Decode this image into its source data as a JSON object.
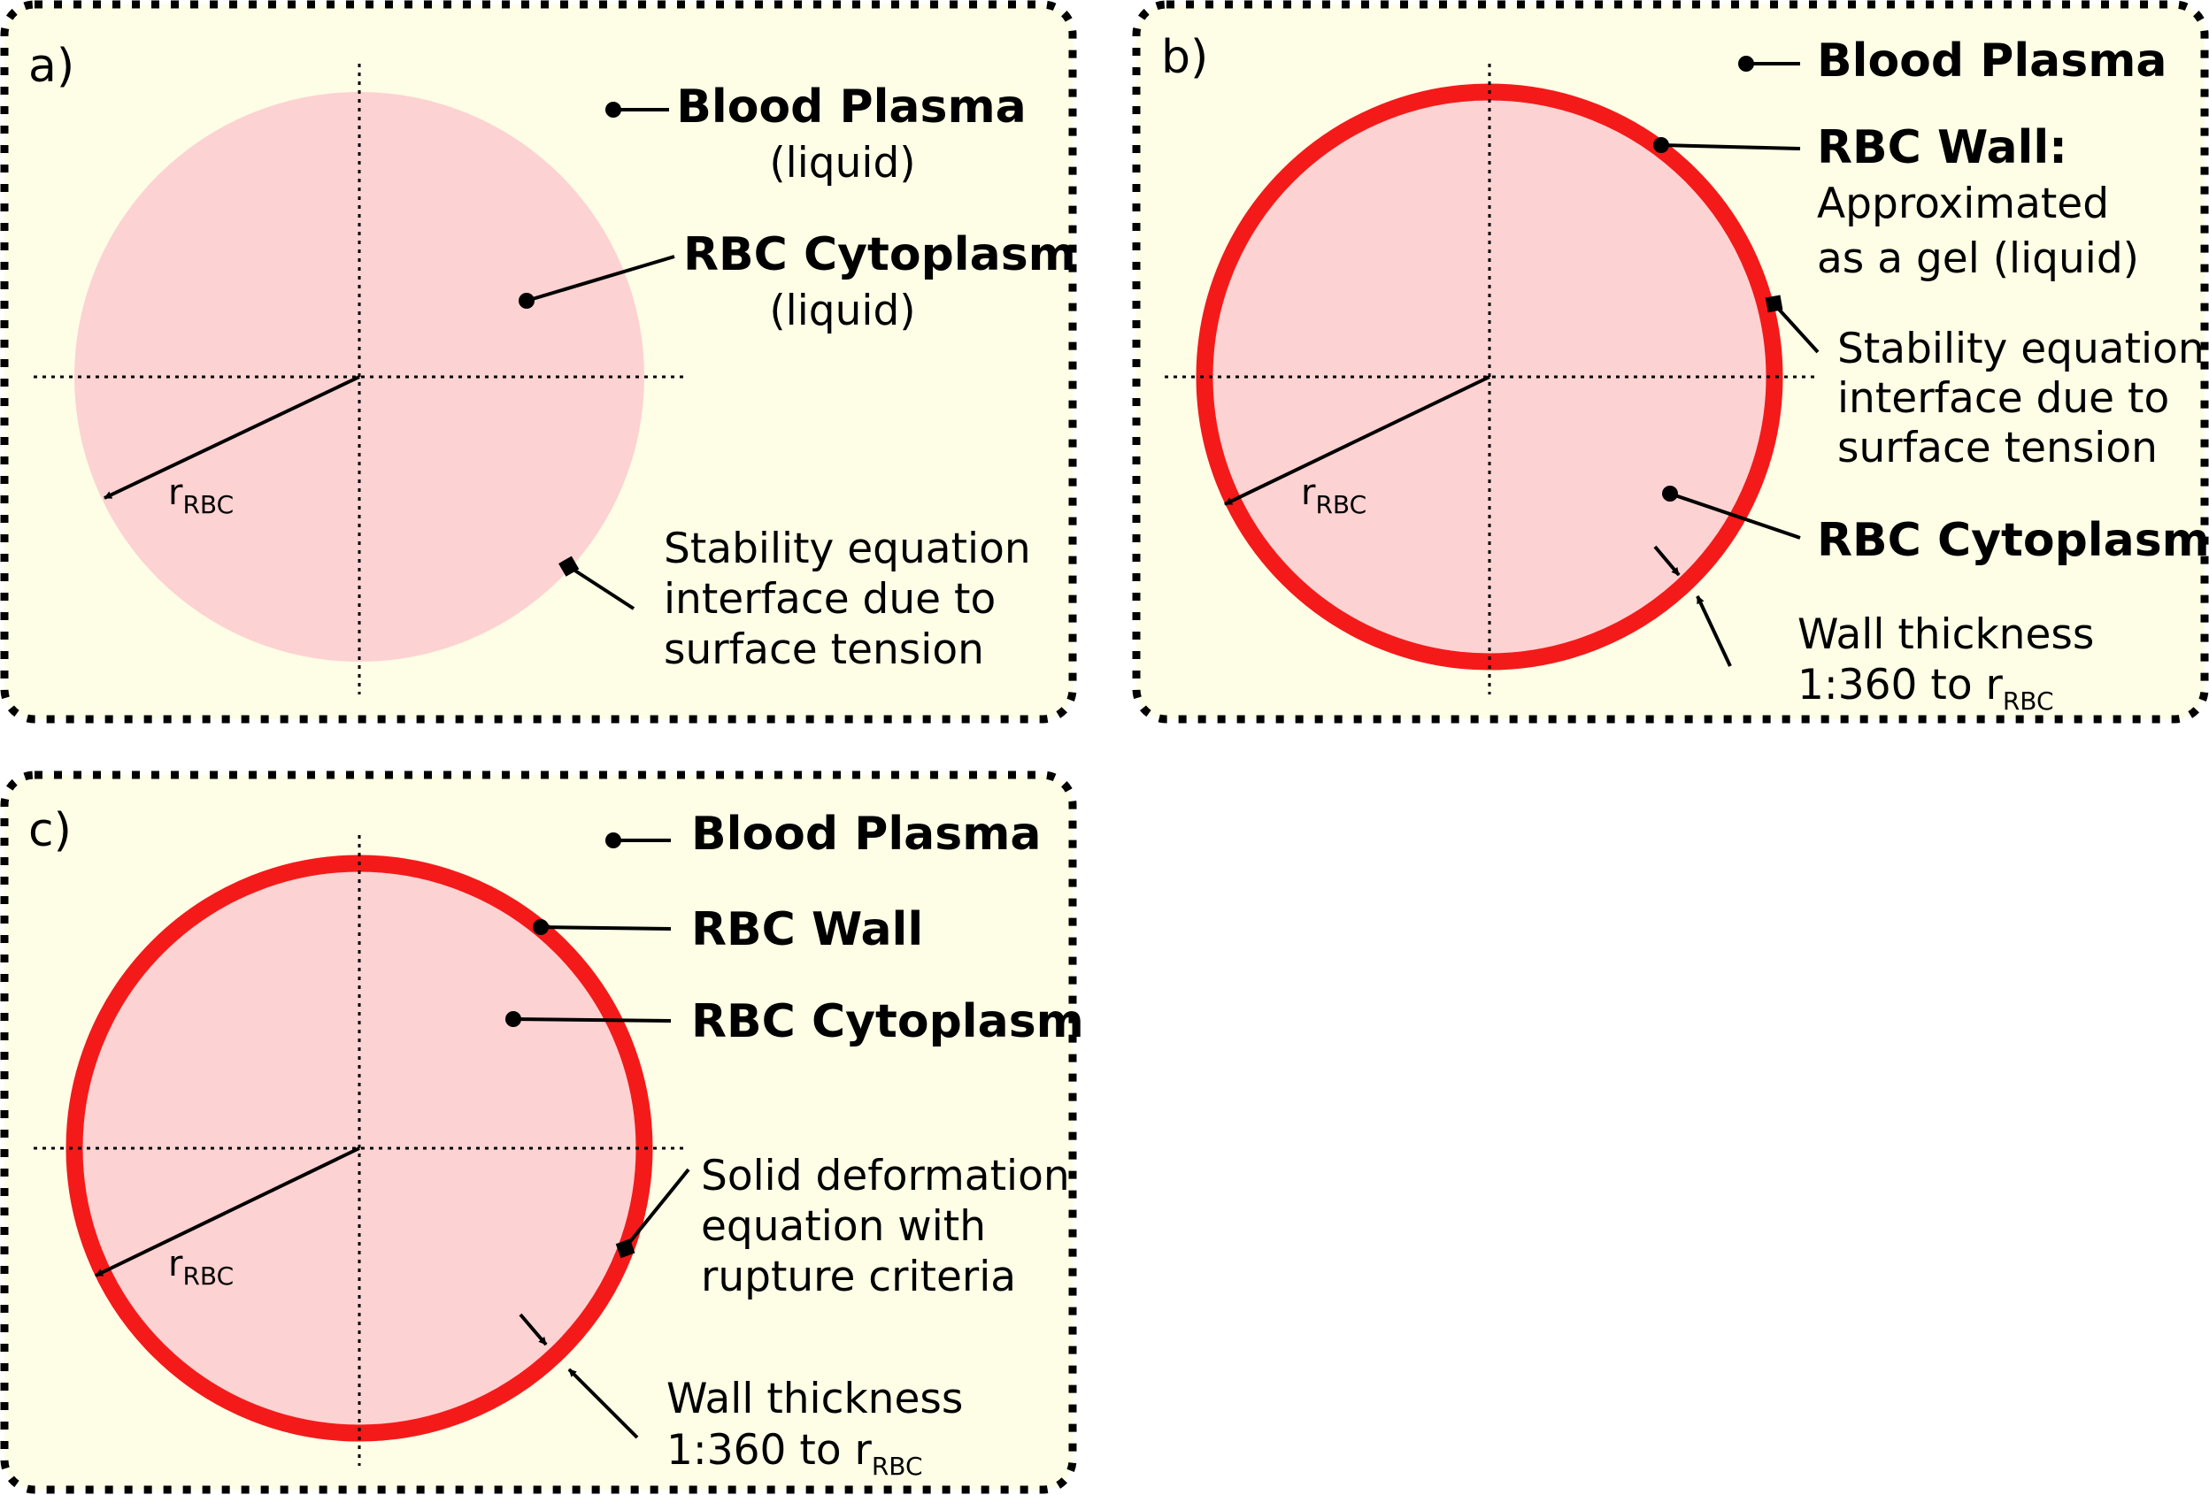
{
  "panels": [
    {
      "id": "a",
      "tag": "a)",
      "has_wall": false,
      "plasma": {
        "title": "Blood Plasma",
        "sub": "(liquid)"
      },
      "cytoplasm": {
        "title": "RBC Cytoplasm",
        "sub": "(liquid)"
      },
      "interface": [
        "Stability equation",
        "interface due to",
        "surface tension"
      ],
      "radius": {
        "main": "r",
        "sub": "RBC"
      }
    },
    {
      "id": "b",
      "tag": "b)",
      "has_wall": true,
      "plasma": {
        "title": "Blood Plasma"
      },
      "wall": {
        "title": "RBC Wall:",
        "lines": [
          "Approximated",
          "as a gel (liquid)"
        ]
      },
      "interface": [
        "Stability equation",
        "interface due to",
        "surface tension"
      ],
      "cytoplasm": {
        "title": "RBC Cytoplasm"
      },
      "thickness": {
        "line1": "Wall thickness",
        "line2": "1:360 to r",
        "sub": "RBC"
      },
      "radius": {
        "main": "r",
        "sub": "RBC"
      }
    },
    {
      "id": "c",
      "tag": "c)",
      "has_wall": true,
      "plasma": {
        "title": "Blood Plasma"
      },
      "wall": {
        "title": "RBC Wall"
      },
      "cytoplasm": {
        "title": "RBC Cytoplasm"
      },
      "interface": [
        "Solid deformation",
        "equation with",
        "rupture criteria"
      ],
      "thickness": {
        "line1": "Wall thickness",
        "line2": "1:360 to r",
        "sub": "RBC"
      },
      "radius": {
        "main": "r",
        "sub": "RBC"
      }
    }
  ],
  "colors": {
    "panel_bg": "#fefde6",
    "cytoplasm": "#fdd2d2",
    "wall": "#f41a1a",
    "line": "#000000"
  }
}
